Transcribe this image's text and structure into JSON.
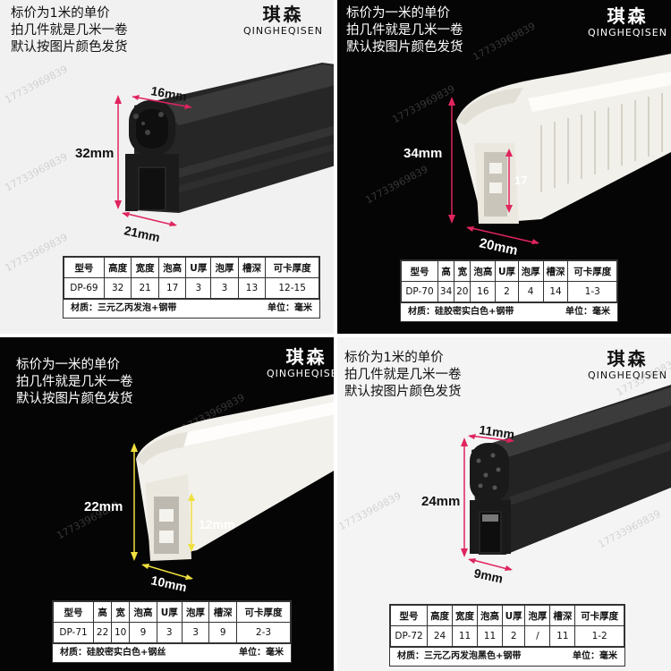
{
  "notes": {
    "variant_a": [
      "标价为1米的单价",
      "拍几件就是几米一卷",
      "默认按图片颜色发货"
    ],
    "variant_b": [
      "标价为一米的单价",
      "拍几件就是几米一卷",
      "默认按图片颜色发货"
    ]
  },
  "brand": {
    "cn": "琪森",
    "en": "QINGHEQISEN"
  },
  "watermark": "17733969839",
  "colors": {
    "black_rubber": "#1b1b1b",
    "white_silicone": "#f2f0ea",
    "dimension_line": "#e0245e",
    "dimension_line_yellow": "#f0e040"
  },
  "products": [
    {
      "id": "DP-69",
      "dims": {
        "top": "16mm",
        "height": "32mm",
        "bottom": "21mm"
      },
      "spec": {
        "headers": [
          "型号",
          "高度",
          "宽度",
          "泡高",
          "U厚",
          "泡厚",
          "槽深",
          "可卡厚度"
        ],
        "values": [
          "DP-69",
          "32",
          "21",
          "17",
          "3",
          "3",
          "13",
          "12-15"
        ],
        "material_label": "材质：",
        "material": "三元乙丙发泡+钢带",
        "unit": "单位：毫米"
      }
    },
    {
      "id": "DP-70",
      "dims": {
        "height": "34mm",
        "inner": "17",
        "bottom": "20mm"
      },
      "spec": {
        "headers": [
          "型号",
          "高",
          "宽",
          "泡高",
          "U厚",
          "泡厚",
          "槽深",
          "可卡厚度"
        ],
        "values": [
          "DP-70",
          "34",
          "20",
          "16",
          "2",
          "4",
          "14",
          "1-3"
        ],
        "material_label": "材质：",
        "material": "硅胶密实白色+钢带",
        "unit": "单位：毫米"
      }
    },
    {
      "id": "DP-71",
      "dims": {
        "height": "22mm",
        "inner": "12mm",
        "bottom": "10mm"
      },
      "spec": {
        "headers": [
          "型号",
          "高",
          "宽",
          "泡高",
          "U厚",
          "泡厚",
          "槽深",
          "可卡厚度"
        ],
        "values": [
          "DP-71",
          "22",
          "10",
          "9",
          "3",
          "3",
          "9",
          "2-3"
        ],
        "material_label": "材质：",
        "material": "硅胶密实白色+钢丝",
        "unit": "单位：毫米"
      }
    },
    {
      "id": "DP-72",
      "dims": {
        "top": "11mm",
        "height": "24mm",
        "bottom": "9mm"
      },
      "spec": {
        "headers": [
          "型号",
          "高度",
          "宽度",
          "泡高",
          "U厚",
          "泡厚",
          "槽深",
          "可卡厚度"
        ],
        "values": [
          "DP-72",
          "24",
          "11",
          "11",
          "2",
          "/",
          "11",
          "1-2"
        ],
        "material_label": "材质：",
        "material": "三元乙丙发泡黑色+钢带",
        "unit": "单位：毫米"
      }
    }
  ]
}
